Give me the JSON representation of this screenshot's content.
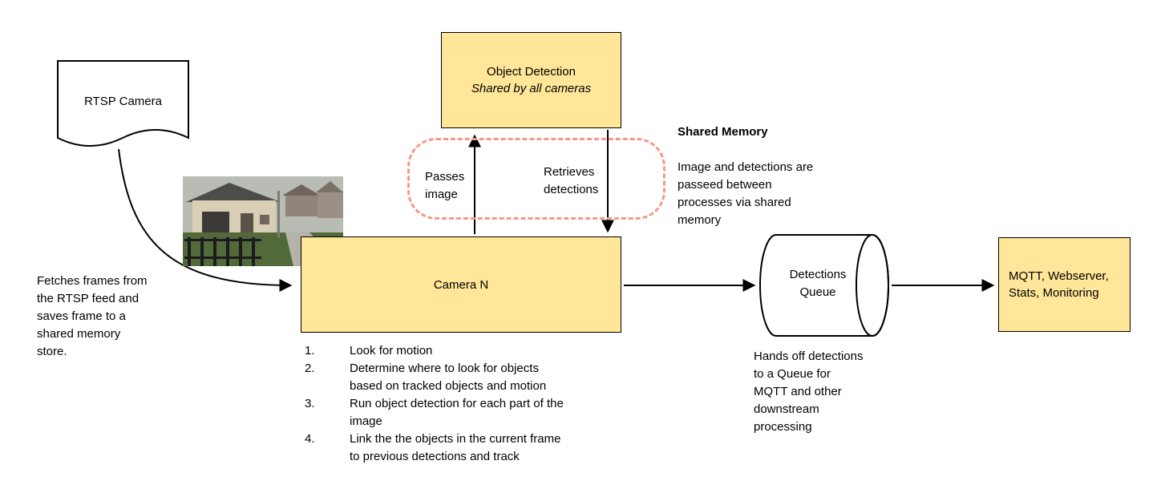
{
  "colors": {
    "node_fill": "#ffe699",
    "node_border": "#000000",
    "shared_memory_dashed_border": "#f5998a",
    "arrow": "#000000"
  },
  "nodes": {
    "rtsp_camera": {
      "label": "RTSP Camera"
    },
    "object_detection": {
      "title": "Object Detection",
      "subtitle": "Shared by all cameras"
    },
    "camera_n": {
      "label": "Camera N"
    },
    "detections_queue": {
      "label": "Detections\nQueue"
    },
    "mqtt": {
      "label": "MQTT, Webserver,\nStats, Monitoring"
    }
  },
  "edge_labels": {
    "passes_image": "Passes\nimage",
    "retrieves_detections": "Retrieves\ndetections"
  },
  "annotations": {
    "fetch_note": "Fetches frames from\nthe RTSP feed and\nsaves frame to a\nshared memory\nstore.",
    "shared_memory_title": "Shared Memory",
    "shared_memory_body": "Image and detections are\npasseed between\nprocesses via shared\nmemory",
    "queue_note": "Hands off detections\nto a Queue for\nMQTT and other\ndownstream\nprocessing",
    "steps": [
      {
        "num": "1.",
        "text": "Look for motion"
      },
      {
        "num": "2.",
        "text": "Determine where to look for objects\nbased on tracked objects and motion"
      },
      {
        "num": "3.",
        "text": "Run object detection for each part of the\nimage"
      },
      {
        "num": "4.",
        "text": "Link the the objects in the current frame\nto previous detections and track"
      }
    ]
  }
}
